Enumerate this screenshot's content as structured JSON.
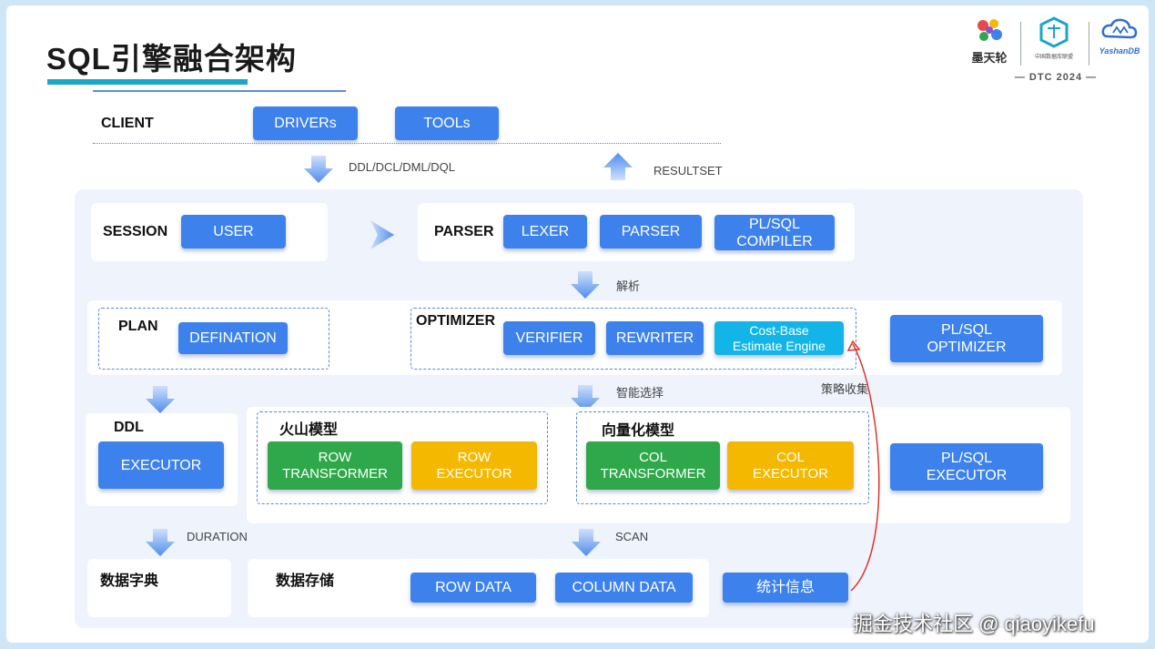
{
  "title": "SQL引擎融合架构",
  "logos": {
    "brand1": "墨天轮",
    "brand2": "中国数据库联盟",
    "brand3": "YashanDB",
    "event": "DTC 2024"
  },
  "client": {
    "label": "CLIENT",
    "drivers": "DRIVERs",
    "tools": "TOOLs",
    "down_label": "DDL/DCL/DML/DQL",
    "up_label": "RESULTSET"
  },
  "session": {
    "label": "SESSION",
    "user": "USER"
  },
  "parser": {
    "label": "PARSER",
    "lexer": "LEXER",
    "parser": "PARSER",
    "plsql_compiler": "PL/SQL\nCOMPILER",
    "arrow_label": "解析"
  },
  "plan": {
    "label": "PLAN",
    "defination": "DEFINATION"
  },
  "optimizer": {
    "label": "OPTIMIZER",
    "verifier": "VERIFIER",
    "rewriter": "REWRITER",
    "cost_engine": "Cost-Base\nEstimate Engine",
    "plsql_optimizer": "PL/SQL\nOPTIMIZER",
    "arrow_label": "智能选择",
    "feedback_label": "策略收集"
  },
  "ddl": {
    "label": "DDL",
    "executor": "EXECUTOR"
  },
  "volcano": {
    "label": "火山模型",
    "row_transformer": "ROW\nTRANSFORMER",
    "row_executor": "ROW\nEXECUTOR"
  },
  "vector": {
    "label": "向量化模型",
    "col_transformer": "COL\nTRANSFORMER",
    "col_executor": "COL\nEXECUTOR"
  },
  "plsql_executor": "PL/SQL\nEXECUTOR",
  "duration_label": "DURATION",
  "scan_label": "SCAN",
  "dictionary": {
    "label": "数据字典"
  },
  "storage": {
    "label": "数据存储",
    "row_data": "ROW DATA",
    "column_data": "COLUMN DATA",
    "stats": "统计信息"
  },
  "watermark": "掘金技术社区 @ qiaoyikefu",
  "colors": {
    "blue": "#3d82ec",
    "green": "#2ea84a",
    "orange": "#f5b800",
    "cyan": "#13b5e8",
    "feedback_arrow": "#e0342b",
    "title_bar": "#1aa6c7"
  }
}
